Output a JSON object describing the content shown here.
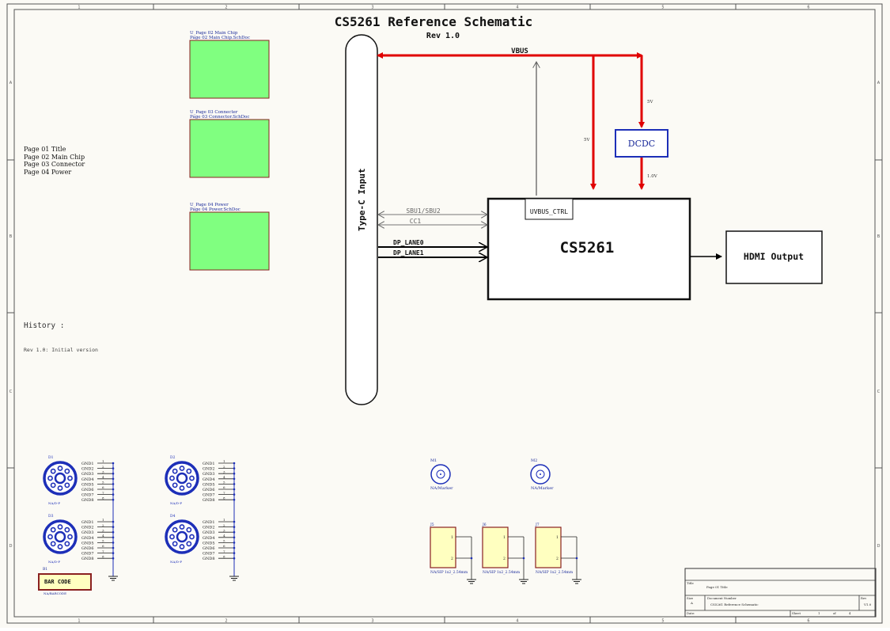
{
  "title": "CS5261 Reference Schematic",
  "rev": "Rev 1.0",
  "zone_numbers": [
    "1",
    "2",
    "3",
    "4",
    "5",
    "6"
  ],
  "zone_letters": [
    "A",
    "B",
    "C",
    "D"
  ],
  "pages_list": [
    "Page 01 Title",
    "Page 02 Main Chip",
    "Page 03 Connector",
    "Page 04 Power"
  ],
  "sheet_symbols": [
    {
      "designator": "U_Page 02 Main Chip",
      "file": "Page 02 Main Chip.SchDoc"
    },
    {
      "designator": "U_Page 03 Connecter",
      "file": "Page 03 Connector.SchDoc"
    },
    {
      "designator": "U_Page 04 Power",
      "file": "Page 04 Power.SchDoc"
    }
  ],
  "history": {
    "heading": "History :",
    "entry": "Rev 1.0: Initial version"
  },
  "block": {
    "typec": "Type-C Input",
    "chip": "CS5261",
    "uvbus": "UVBUS_CTRL",
    "dcdc": "DCDC",
    "hdmi": "HDMI Output",
    "vbus": "VBUS",
    "sbu": "SBU1/SBU2",
    "cc": "CC1",
    "dp0": "DP_LANE0",
    "dp1": "DP_LANE1",
    "v5a": "5V",
    "v5b": "5V",
    "v10": "1.0V"
  },
  "colors": {
    "power_net": "#e00000",
    "sheet_fill": "#80ff80",
    "border_blue": "#1d2fb8",
    "text_blue": "#1a2a9a",
    "part_fill": "#ffffc0"
  },
  "mounting_holes": [
    {
      "ref": "D1",
      "value": "NA/D-P"
    },
    {
      "ref": "D2",
      "value": "NA/D-P"
    },
    {
      "ref": "D3",
      "value": "NA/D-P"
    },
    {
      "ref": "D4",
      "value": "NA/D-P"
    }
  ],
  "gnd_pins": [
    "GND1",
    "GND2",
    "GND3",
    "GND4",
    "GND5",
    "GND6",
    "GND7",
    "GND8"
  ],
  "pin_numbers": [
    "1",
    "2",
    "3",
    "4",
    "5",
    "6",
    "7",
    "8"
  ],
  "barcode": {
    "ref": "B1",
    "label": "BAR CODE",
    "value": "NA/BARCODE"
  },
  "markers": [
    {
      "ref": "M1",
      "value": "NA/Marker"
    },
    {
      "ref": "M2",
      "value": "NA/Marker"
    }
  ],
  "headers": [
    {
      "ref": "J5",
      "value": "NA/SIP 1x2_2.54mm"
    },
    {
      "ref": "J6",
      "value": "NA/SIP 1x2_2.54mm"
    },
    {
      "ref": "J7",
      "value": "NA/SIP 1x2_2.54mm"
    }
  ],
  "title_block": {
    "title_label": "Title",
    "title_value": "Page 01 Title",
    "size_label": "Size",
    "size_value": "A",
    "docnum_label": "Document Number",
    "docnum_value": "CS5261 Reference Schematic",
    "rev_label": "Rev",
    "rev_value": "V1.0",
    "date_label": "Date:",
    "sheet_label": "Sheet",
    "sheet_num": "1",
    "of_label": "of",
    "sheet_total": "4"
  }
}
